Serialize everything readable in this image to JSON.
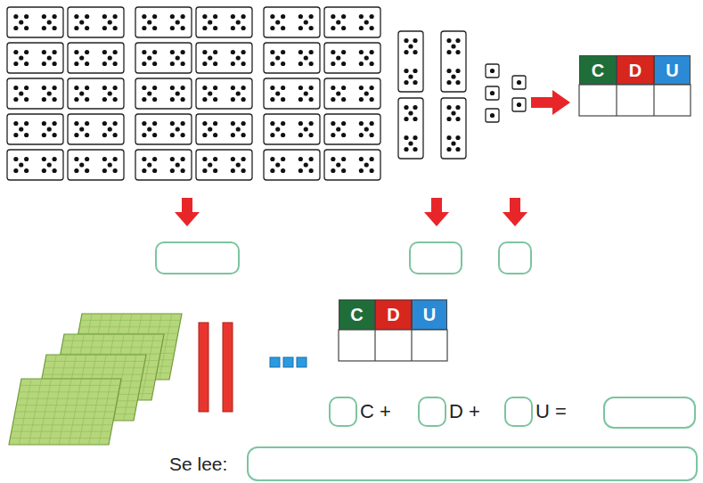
{
  "diagram": {
    "labels": [
      "C",
      "D",
      "U",
      "C",
      "D",
      "U",
      "C +",
      "D +",
      "U =",
      "Se lee:"
    ]
  }
}
